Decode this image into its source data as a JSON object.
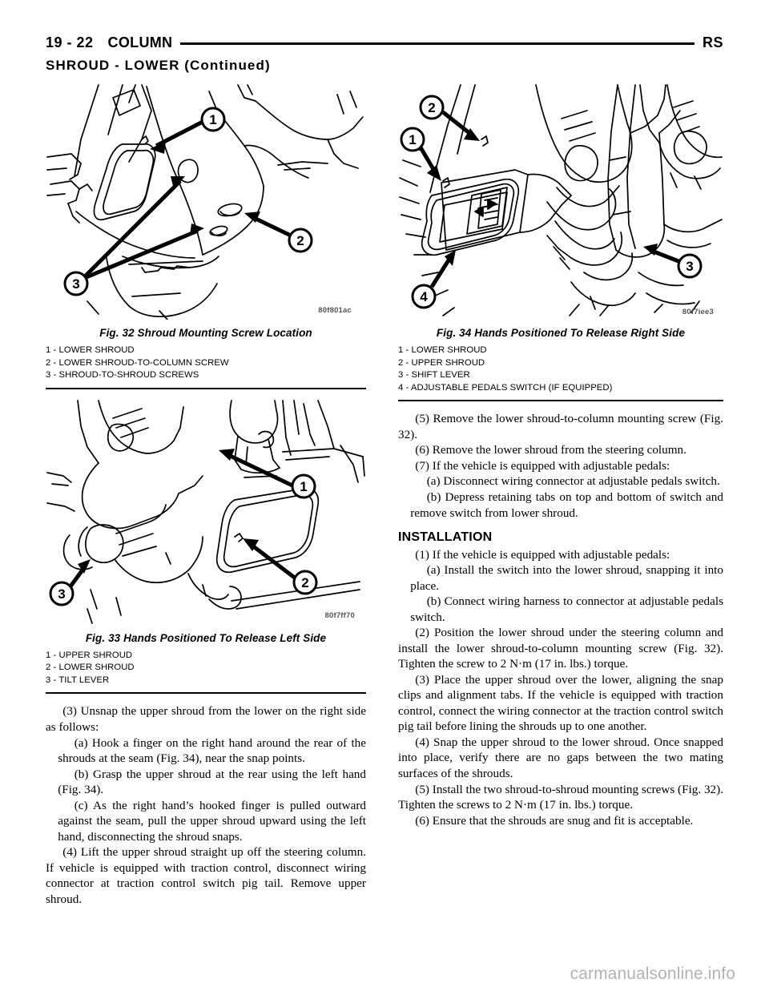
{
  "header": {
    "page_number": "19 - 22",
    "section": "COLUMN",
    "book_code": "RS",
    "continued_title": "SHROUD - LOWER (Continued)"
  },
  "watermark": "carmanualsonline.info",
  "figures": [
    {
      "id": "fig32",
      "caption": "Fig. 32 Shroud Mounting Screw Location",
      "code": "80f801ac",
      "callouts": [
        "1",
        "2",
        "3"
      ],
      "legend": [
        "1 - LOWER SHROUD",
        "2 - LOWER SHROUD-TO-COLUMN SCREW",
        "3 - SHROUD-TO-SHROUD SCREWS"
      ]
    },
    {
      "id": "fig34",
      "caption": "Fig. 34 Hands Positioned To Release Right Side",
      "code": "80f7iee3",
      "callouts": [
        "1",
        "2",
        "3",
        "4"
      ],
      "legend": [
        "1 - LOWER SHROUD",
        "2 - UPPER SHROUD",
        "3 - SHIFT LEVER",
        "4 - ADJUSTABLE PEDALS SWITCH (IF EQUIPPED)"
      ]
    },
    {
      "id": "fig33",
      "caption": "Fig. 33 Hands Positioned To Release Left Side",
      "code": "80f7ff70",
      "callouts": [
        "1",
        "2",
        "3"
      ],
      "legend": [
        "1 - UPPER SHROUD",
        "2 - LOWER SHROUD",
        "3 - TILT LEVER"
      ]
    }
  ],
  "left_column": {
    "paragraphs": [
      {
        "class": "",
        "text": "(3) Unsnap the upper shroud from the lower on the right side as follows:"
      },
      {
        "class": "sub",
        "text": "(a) Hook a finger on the right hand around the rear of the shrouds at the seam (Fig. 34), near the snap points."
      },
      {
        "class": "sub",
        "text": "(b) Grasp the upper shroud at the rear using the left hand (Fig. 34)."
      },
      {
        "class": "sub",
        "text": "(c) As the right hand’s hooked finger is pulled outward against the seam, pull the upper shroud upward using the left hand, disconnecting the shroud snaps."
      },
      {
        "class": "",
        "text": "(4) Lift the upper shroud straight up off the steering column. If vehicle is equipped with traction control, disconnect wiring connector at traction control switch pig tail. Remove upper shroud."
      }
    ]
  },
  "right_column": {
    "removal_paragraphs": [
      {
        "class": "",
        "text": "(5) Remove the lower shroud-to-column mounting screw (Fig. 32)."
      },
      {
        "class": "",
        "text": "(6) Remove the lower shroud from the steering column."
      },
      {
        "class": "",
        "text": "(7) If the vehicle is equipped with adjustable pedals:"
      },
      {
        "class": "sub",
        "text": "(a) Disconnect wiring connector at adjustable pedals switch."
      },
      {
        "class": "sub",
        "text": "(b) Depress retaining tabs on top and bottom of switch and remove switch from lower shroud."
      }
    ],
    "installation_heading": "INSTALLATION",
    "installation_paragraphs": [
      {
        "class": "",
        "text": "(1) If the vehicle is equipped with adjustable pedals:"
      },
      {
        "class": "sub",
        "text": "(a) Install the switch into the lower shroud, snapping it into place."
      },
      {
        "class": "sub",
        "text": "(b) Connect wiring harness to connector at adjustable pedals switch."
      },
      {
        "class": "",
        "text": "(2) Position the lower shroud under the steering column and install the lower shroud-to-column mounting screw (Fig. 32). Tighten the screw to 2 N·m (17 in. lbs.) torque."
      },
      {
        "class": "",
        "text": "(3) Place the upper shroud over the lower, aligning the snap clips and alignment tabs. If the vehicle is equipped with traction control, connect the wiring connector at the traction control switch pig tail before lining the shrouds up to one another."
      },
      {
        "class": "",
        "text": "(4) Snap the upper shroud to the lower shroud. Once snapped into place, verify there are no gaps between the two mating surfaces of the shrouds."
      },
      {
        "class": "",
        "text": "(5) Install the two shroud-to-shroud mounting screws (Fig. 32). Tighten the screws to 2 N·m (17 in. lbs.) torque."
      },
      {
        "class": "",
        "text": "(6) Ensure that the shrouds are snug and fit is acceptable."
      }
    ]
  },
  "colors": {
    "ink": "#000000",
    "watermark": "#b3b3b3"
  }
}
